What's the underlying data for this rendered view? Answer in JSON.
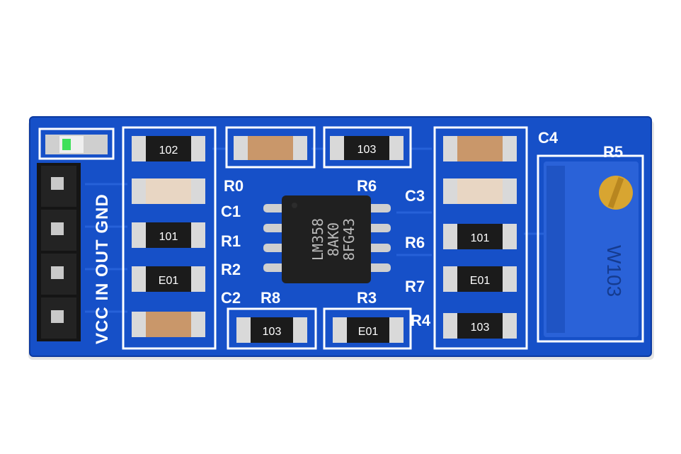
{
  "board": {
    "colors": {
      "pcb": "#1650c8",
      "pcb_edge": "#0d3aa0",
      "silk": "#ffffff",
      "pad": "#d9d9d9",
      "resistor_body": "#1b1b1b",
      "capacitor_body": "#c9976a",
      "capacitor_light": "#e8d6c3",
      "trimpot": "#2a62d8",
      "trimpot_screw": "#d8a531",
      "header": "#1a1a1a",
      "pin": "#c9c9c9",
      "led": "#3fe05a"
    },
    "header_label": "VCC IN OUT GND",
    "silkscreen": {
      "c4": "C4",
      "r5": "R5",
      "r0": "R0",
      "c1": "C1",
      "r1": "R1",
      "r2": "R2",
      "c2": "C2",
      "r8": "R8",
      "r6_top": "R6",
      "r3": "R3",
      "c3": "C3",
      "r6_right": "R6",
      "r7": "R7",
      "r4": "R4"
    },
    "chip": {
      "line1": "LM358",
      "line2": "8AK0",
      "line3": "8FG43"
    },
    "components": {
      "left1": "102",
      "left3": "101",
      "left4": "E01",
      "top3": "103",
      "right3": "101",
      "right4": "E01",
      "right5": "103",
      "bottom1": "103",
      "bottom2": "E01"
    },
    "trimpot_label": "W103"
  }
}
